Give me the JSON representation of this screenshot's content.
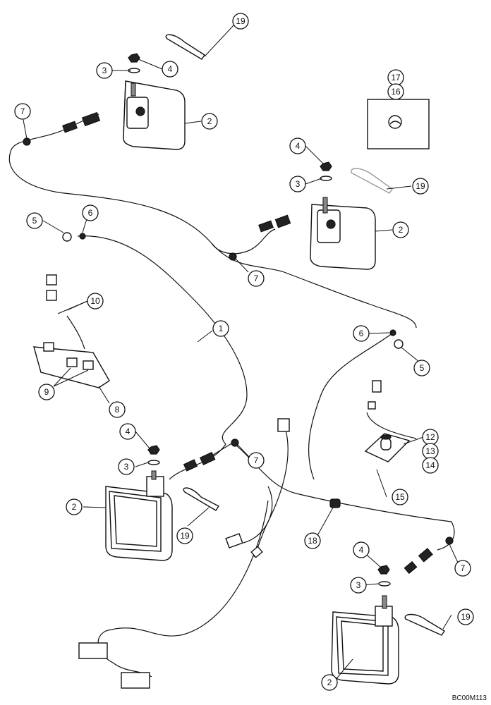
{
  "figure_code": "BC00M113",
  "callouts": {
    "c1": "1",
    "c2": "2",
    "c3": "3",
    "c4": "4",
    "c5": "5",
    "c6": "6",
    "c7": "7",
    "c8": "8",
    "c9": "9",
    "c10": "10",
    "c12": "12",
    "c13": "13",
    "c14": "14",
    "c15": "15",
    "c16": "16",
    "c17": "17",
    "c18": "18",
    "c19": "19"
  }
}
